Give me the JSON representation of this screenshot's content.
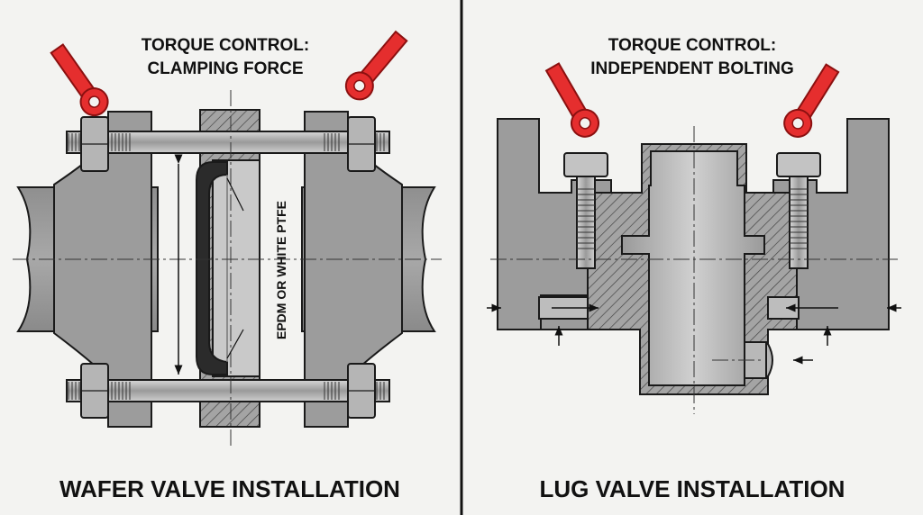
{
  "colors": {
    "background": "#f3f3f1",
    "metal": "#9c9c9c",
    "metal_light": "#b8b8b8",
    "outline": "#1a1a1a",
    "wrench": "#e52e2e",
    "seal": "#2b2b2b"
  },
  "left_panel": {
    "torque_label_line1": "TORQUE CONTROL:",
    "torque_label_line2": "CLAMPING FORCE",
    "seal_label": "EPDM OR WHITE PTFE",
    "caption": "WAFER VALVE INSTALLATION",
    "icons": [
      "wrench-icon",
      "wrench-icon"
    ]
  },
  "right_panel": {
    "torque_label_line1": "TORQUE CONTROL:",
    "torque_label_line2": "INDEPENDENT BOLTING",
    "caption": "LUG VALVE INSTALLATION",
    "icons": [
      "wrench-icon",
      "wrench-icon"
    ]
  }
}
